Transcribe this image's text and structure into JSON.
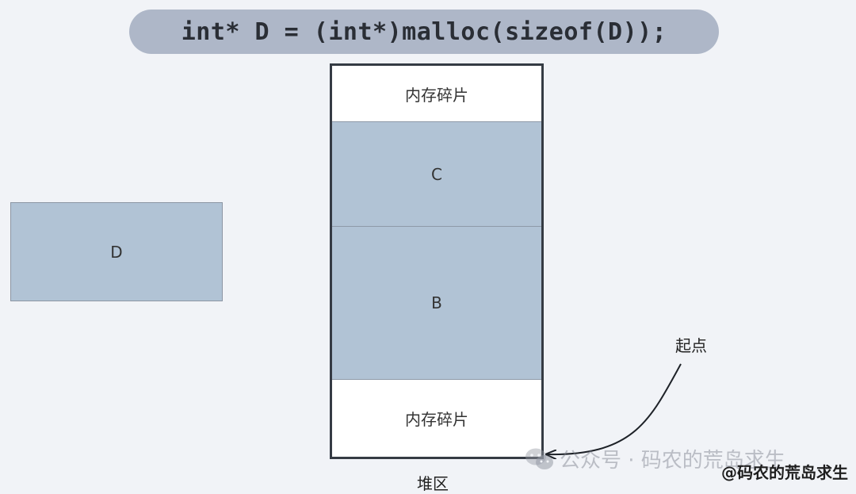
{
  "code_line": "int* D = (int*)malloc(sizeof(D));",
  "heap": {
    "label": "堆区",
    "segments": [
      {
        "label": "内存碎片"
      },
      {
        "label": "C"
      },
      {
        "label": "B"
      },
      {
        "label": "内存碎片"
      }
    ]
  },
  "new_block": {
    "label": "D"
  },
  "pointer_label": "起点",
  "watermark": "公众号 · 码农的荒岛求生",
  "credit": "@码农的荒岛求生",
  "colors": {
    "background": "#f1f3f7",
    "banner": "#aeb7c8",
    "block_fill": "#b1c3d5",
    "heap_border": "#353b44"
  }
}
